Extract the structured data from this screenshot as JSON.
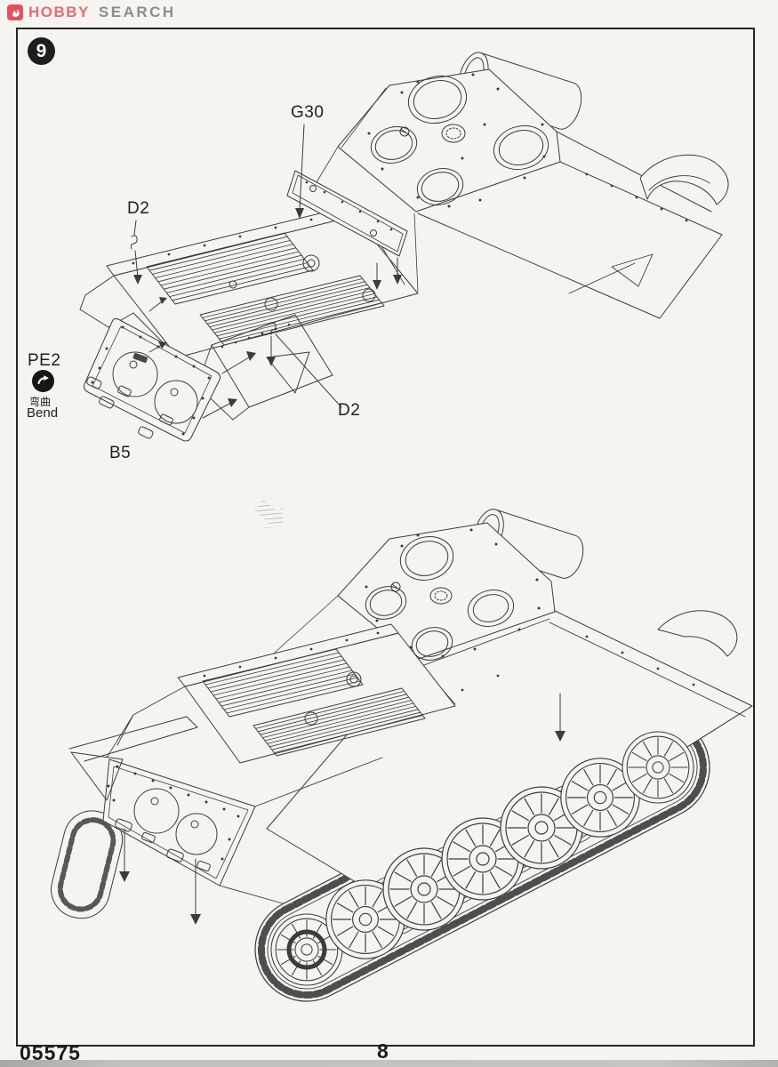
{
  "header": {
    "logo": {
      "brand": "HOBBY",
      "suffix": "SEARCH"
    }
  },
  "step": {
    "number": "9"
  },
  "part_labels": {
    "g30": "G30",
    "d2_upper": "D2",
    "pe2": "PE2",
    "b5": "B5",
    "d2_lower": "D2"
  },
  "bend_note": {
    "chinese": "弯曲",
    "english": "Bend"
  },
  "footer": {
    "kit_number": "05575",
    "page_number": "8"
  },
  "colors": {
    "paper": "#f5f4ef",
    "line": "#3c3c3c",
    "brand_pink": "#e56a75",
    "brand_gray": "#8d8d8d",
    "badge_black": "#1e1e1e"
  },
  "illustrations": {
    "top": "exploded view of rear hull: G30 engine plate, D2 clamps, PE2 bracket, B5 rear plate",
    "bottom": "assembled hull rear view with tracks and road wheels"
  }
}
